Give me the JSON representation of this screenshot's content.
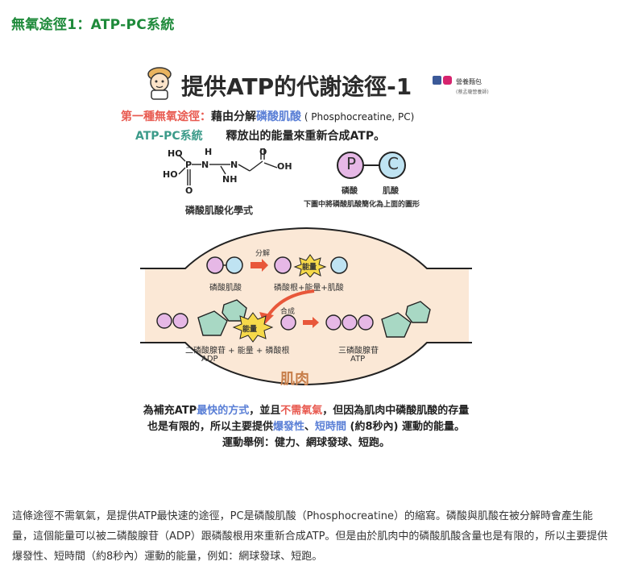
{
  "heading": "無氧途徑1：ATP-PC系統",
  "figure": {
    "title": "提供ATP的代謝途徑-1",
    "brand": "營養麵包",
    "brand_sub": "(蔡孟瓏營養師)",
    "line1_prefix": "第一種無氧途徑：",
    "line1_mid": "藉由分解",
    "line1_pc": "磷酸肌酸",
    "line1_suffix": " ( Phosphocreatine, PC)",
    "line2_prefix": "ATP-PC系統",
    "line2_text": "釋放出的能量來重新合成ATP。",
    "chem_label": "磷酸肌酸化學式",
    "p_circle": "P",
    "c_circle": "C",
    "p_label": "磷酸",
    "c_label": "肌酸",
    "simplify_note": "下圖中將磷酸肌酸簡化為上面的圖形",
    "decompose": "分解",
    "energy": "能量",
    "pc_label": "磷酸肌酸",
    "products_label": "磷酸根+能量+肌酸",
    "synthesis": "合成",
    "adp_label": "二磷酸腺苷 + 能量 + 磷酸根",
    "adp_abbr": "ADP",
    "atp_label": "三磷酸腺苷",
    "atp_abbr": "ATP",
    "muscle": "肌肉",
    "cap1_a": "為補充ATP",
    "cap1_b": "最快的方式",
    "cap1_c": "，並且",
    "cap1_d": "不需氧氣",
    "cap1_e": "，但因為肌肉中磷酸肌酸的存量",
    "cap2_a": "也是有限的，所以主要提供",
    "cap2_b": "爆發性",
    "cap2_c": "、",
    "cap2_d": "短時間",
    "cap2_e": " (約8秒內) 運動的能量。",
    "cap3": "運動舉例：健力、網球發球、短跑。"
  },
  "paragraph": "這條途徑不需氧氣，是提供ATP最快速的途徑，PC是磷酸肌酸（Phosphocreatine）的縮寫。磷酸與肌酸在被分解時會產生能量，這個能量可以被二磷酸腺苷（ADP）跟磷酸根用來重新合成ATP。但是由於肌肉中的磷酸肌酸含量也是有限的，所以主要提供爆發性、短時間（約8秒內）運動的能量，例如：網球發球、短跑。",
  "colors": {
    "heading": "#1e8a3a",
    "p_fill": "#e6b8e6",
    "c_fill": "#bfe3f2",
    "muscle": "#fbe8d6",
    "energy": "#f6d94a",
    "arrow": "#e8573a"
  }
}
